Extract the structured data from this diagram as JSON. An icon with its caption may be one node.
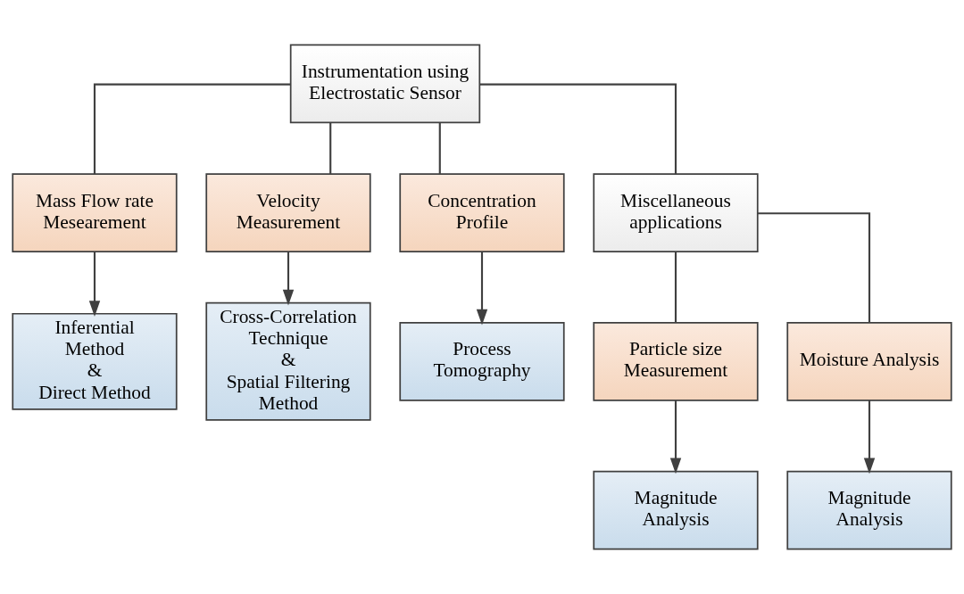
{
  "diagram": {
    "nodes": [
      {
        "text": [
          "Instrumentation using Electrostatic Sensor"
        ]
      },
      {
        "text": [
          "Mass Flow rate Mesearement"
        ]
      },
      {
        "text": [
          "Velocity Measurement"
        ]
      },
      {
        "text": [
          "Concentration Profile"
        ]
      },
      {
        "text": [
          "Miscellaneous applications"
        ]
      },
      {
        "text": [
          "Inferential Method & Direct Method"
        ]
      },
      {
        "text": [
          "Cross-Correlation Technique & Spatial Filtering Method"
        ]
      },
      {
        "text": [
          "Process Tomography"
        ]
      },
      {
        "text": [
          "Particle size Measurement"
        ]
      },
      {
        "text": [
          "Moisture Analysis"
        ]
      },
      {
        "text": [
          "Magnitude Analysis"
        ]
      },
      {
        "text": [
          "Magnitude Analysis"
        ]
      }
    ],
    "edges": [
      {
        "from": 0,
        "to": 1,
        "arrow": "none"
      },
      {
        "from": 0,
        "to": 2,
        "arrow": "none"
      },
      {
        "from": 0,
        "to": 3,
        "arrow": "none"
      },
      {
        "from": 0,
        "to": 4,
        "arrow": "none"
      },
      {
        "from": 1,
        "to": 5,
        "arrow": "to"
      },
      {
        "from": 2,
        "to": 6,
        "arrow": "to"
      },
      {
        "from": 3,
        "to": 7,
        "arrow": "to"
      },
      {
        "from": 4,
        "to": 8,
        "arrow": "none"
      },
      {
        "from": 4,
        "to": 9,
        "arrow": "none"
      },
      {
        "from": 8,
        "to": 10,
        "arrow": "to"
      },
      {
        "from": 9,
        "to": 11,
        "arrow": "to"
      }
    ]
  }
}
